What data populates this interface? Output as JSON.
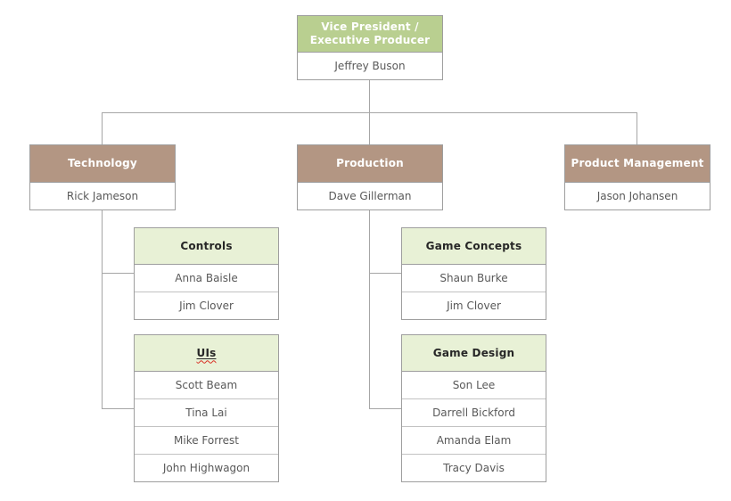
{
  "palette": {
    "top_header_bg": "#b9cf90",
    "dept_header_bg": "#b39683",
    "team_header_bg": "#e8f1d6",
    "header_text": "#ffffff",
    "team_header_text": "#262626",
    "name_text": "#595959",
    "border": "#9e9e9e",
    "divider": "#c2c2c2",
    "connector": "#a6a6a6",
    "squiggle": "#d93025"
  },
  "chart": {
    "type": "org-chart",
    "root": {
      "title_line1": "Vice President /",
      "title_line2": "Executive Producer",
      "name": "Jeffrey Buson"
    },
    "departments": [
      {
        "title": "Technology",
        "name": "Rick Jameson"
      },
      {
        "title": "Production",
        "name": "Dave Gillerman"
      },
      {
        "title": "Product Management",
        "name": "Jason Johansen"
      }
    ],
    "teams": [
      {
        "title": "Controls",
        "parent": "Technology",
        "members": [
          "Anna Baisle",
          "Jim Clover"
        ]
      },
      {
        "title": "UIs",
        "parent": "Technology",
        "underlined": true,
        "spellcheck_squiggle": true,
        "members": [
          "Scott Beam",
          "Tina Lai",
          "Mike Forrest",
          "John Highwagon"
        ]
      },
      {
        "title": "Game Concepts",
        "parent": "Production",
        "members": [
          "Shaun Burke",
          "Jim Clover"
        ]
      },
      {
        "title": "Game Design",
        "parent": "Production",
        "members": [
          "Son Lee",
          "Darrell Bickford",
          "Amanda Elam",
          "Tracy Davis"
        ]
      }
    ]
  }
}
